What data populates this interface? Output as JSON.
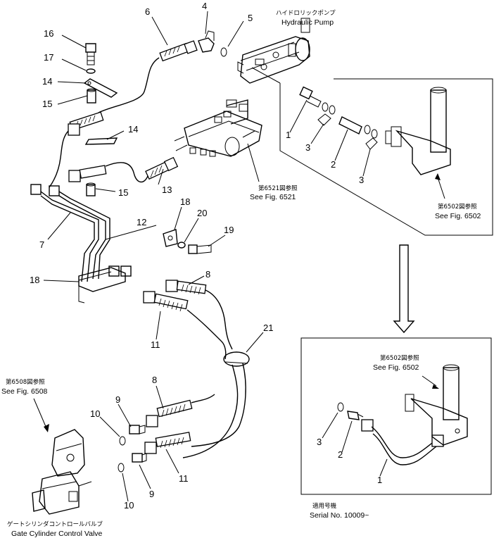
{
  "callouts": {
    "c4": "4",
    "c6": "6",
    "c5": "5",
    "c16": "16",
    "c17": "17",
    "c14a": "14",
    "c15a": "15",
    "c14b": "14",
    "c15b": "15",
    "c13": "13",
    "c7": "7",
    "c12": "12",
    "c18a": "18",
    "c20": "20",
    "c19": "19",
    "c18b": "18",
    "c8a": "8",
    "c11a": "11",
    "c21": "21",
    "c8b": "8",
    "c9a": "9",
    "c10a": "10",
    "c11b": "11",
    "c9b": "9",
    "c10b": "10",
    "r1": "1",
    "r3a": "3",
    "r2": "2",
    "r3b": "3",
    "b3": "3",
    "b2": "2",
    "b1": "1"
  },
  "labels": {
    "pump_jp": "ハイドロリックポンプ",
    "pump_en": "Hydraulic Pump",
    "fig6521_jp": "第6521図参照",
    "fig6521_en": "See Fig. 6521",
    "fig6502a_jp": "第6502図参照",
    "fig6502a_en": "See Fig. 6502",
    "fig6502b_jp": "第6502図参照",
    "fig6502b_en": "See Fig. 6502",
    "fig6508_jp": "第6508図参照",
    "fig6508_en": "See Fig. 6508",
    "valve_jp": "ゲートシリンダコントロールバルブ",
    "valve_en": "Gate Cylinder Control Valve",
    "serial_jp": "適用号機",
    "serial_en": "Serial No. 10009~"
  }
}
